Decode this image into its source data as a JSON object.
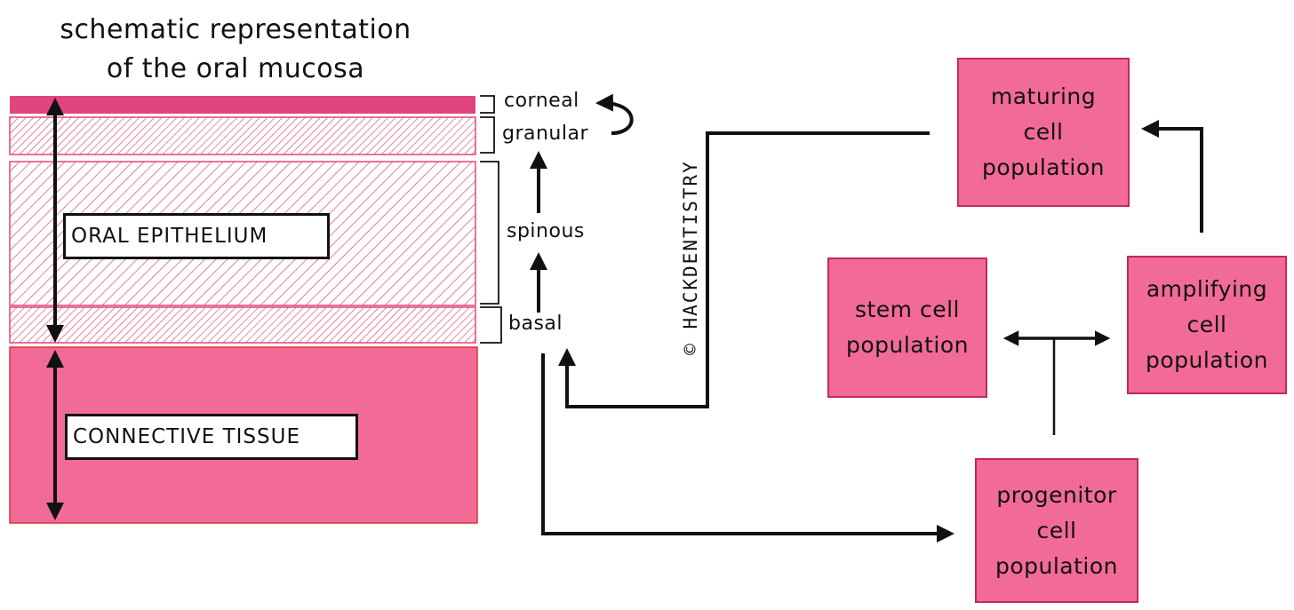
{
  "title": "schematic representation\nof the oral mucosa",
  "layers": {
    "corneal": "corneal",
    "granular": "granular",
    "spinous": "spinous",
    "basal": "basal"
  },
  "labels": {
    "oral_epithelium": "ORAL EPITHELIUM",
    "connective_tissue": "CONNECTIVE TISSUE"
  },
  "cells": {
    "maturing": "maturing\ncell\npopulation",
    "stem": "stem cell\npopulation",
    "amplifying": "amplifying\ncell\npopulation",
    "progenitor": "progenitor\ncell\npopulation"
  },
  "watermark": "© HACKDENTISTRY",
  "colors": {
    "pink": "#f26b96",
    "pink_dark": "#e0457d",
    "pink_border": "#c2285a",
    "ink": "#111111"
  }
}
